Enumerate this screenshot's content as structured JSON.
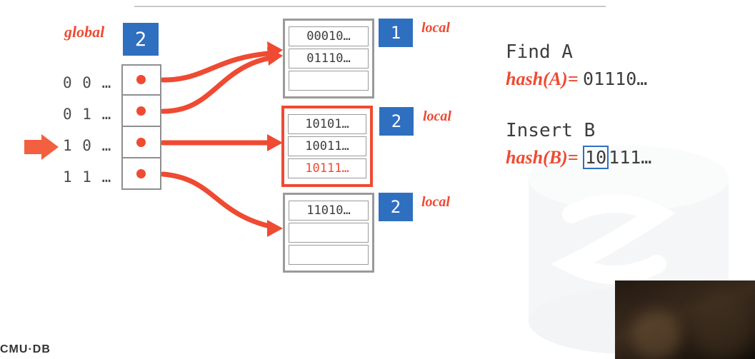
{
  "slide": {
    "footer_label": "CMU·DB",
    "global_label": "global",
    "global_depth": "2",
    "directory": {
      "keys": [
        "0 0 …",
        "0 1 …",
        "1 0 …",
        "1 1 …"
      ],
      "pointer_row_index": 2
    },
    "buckets": [
      {
        "id": "bucket-top",
        "local_label": "local",
        "local_depth": "1",
        "highlighted": false,
        "slots": [
          {
            "value": "00010…",
            "red": false
          },
          {
            "value": "01110…",
            "red": false
          },
          {
            "value": "",
            "red": false
          }
        ]
      },
      {
        "id": "bucket-middle",
        "local_label": "local",
        "local_depth": "2",
        "highlighted": true,
        "slots": [
          {
            "value": "10101…",
            "red": false
          },
          {
            "value": "10011…",
            "red": false
          },
          {
            "value": "10111…",
            "red": true
          }
        ]
      },
      {
        "id": "bucket-bottom",
        "local_label": "local",
        "local_depth": "2",
        "highlighted": false,
        "slots": [
          {
            "value": "11010…",
            "red": false
          },
          {
            "value": "",
            "red": false
          },
          {
            "value": "",
            "red": false
          }
        ]
      }
    ],
    "right_panel": {
      "find_title": "Find A",
      "find_hash_label": "hash(A)",
      "find_equals": "=",
      "find_hash_value": "01110…",
      "insert_title": "Insert B",
      "insert_hash_label": "hash(B)",
      "insert_equals": "=",
      "insert_hash_prefix": "10",
      "insert_hash_suffix": "111…"
    },
    "colors": {
      "accent_red": "#ef4a32",
      "accent_blue": "#2f6fc0",
      "box_gray": "#9a9a9a",
      "text_gray": "#3d3d3d"
    }
  }
}
